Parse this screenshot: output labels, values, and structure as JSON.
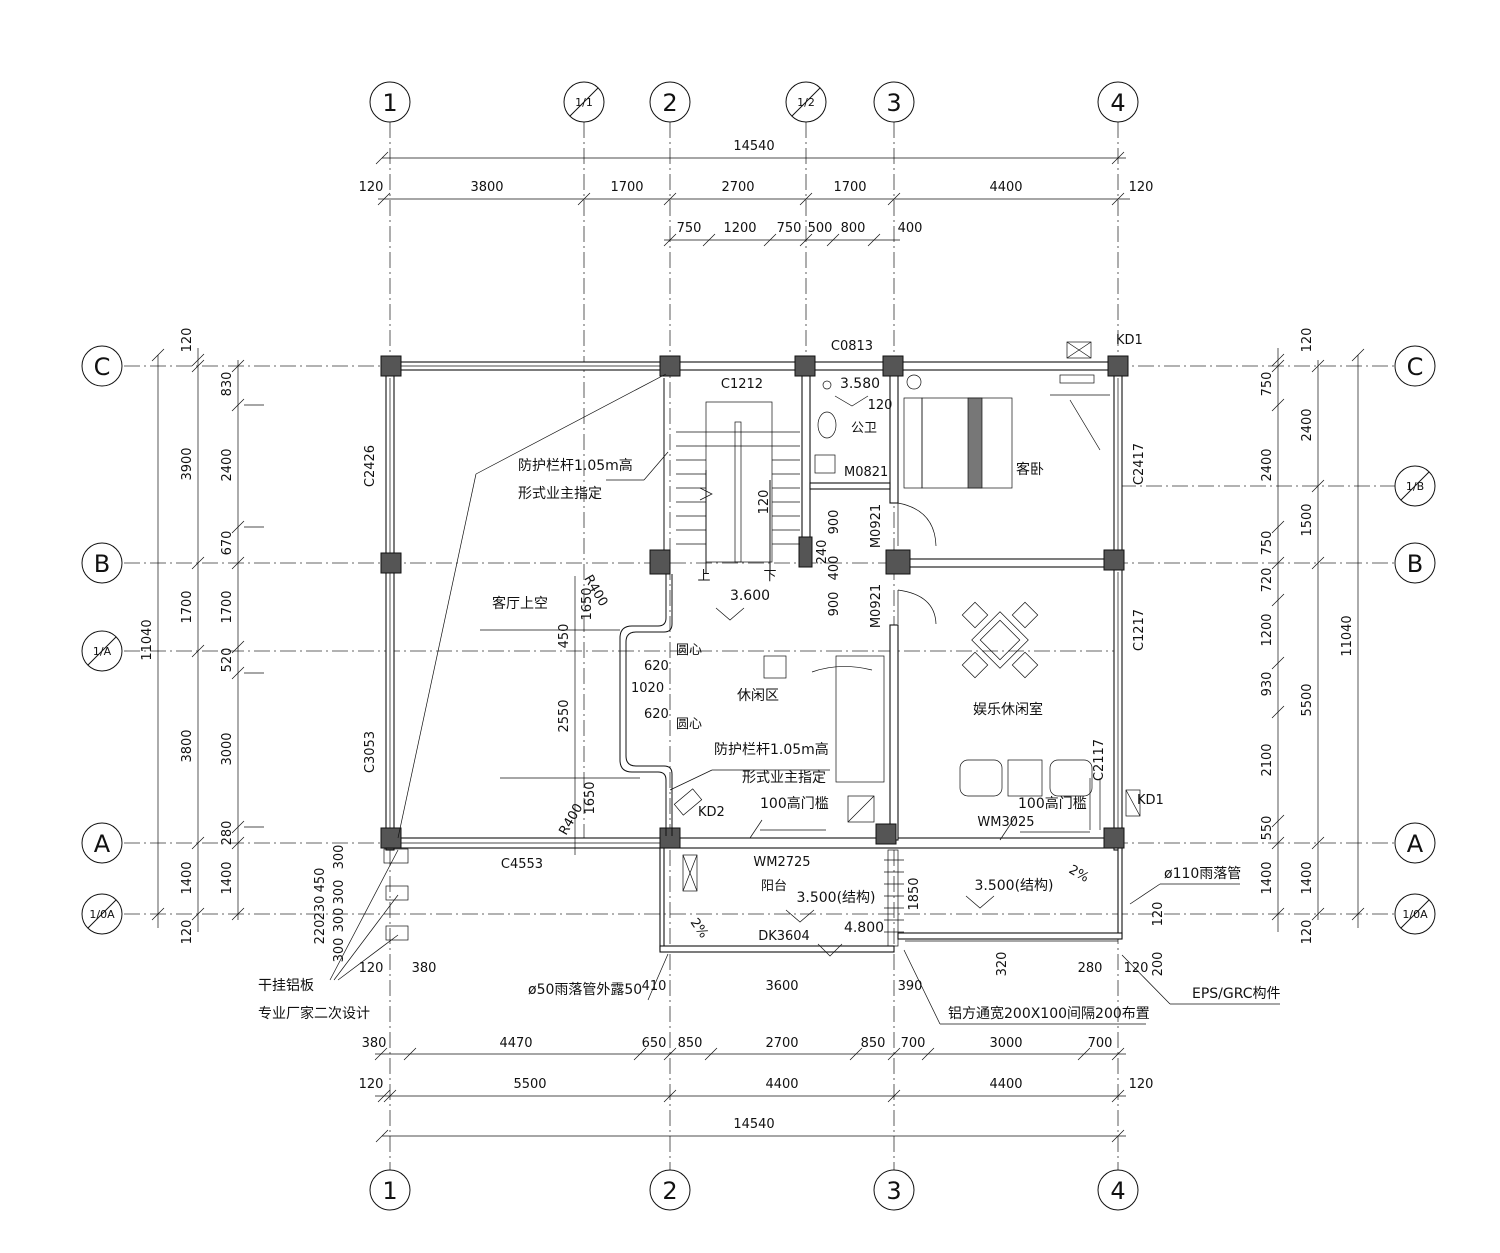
{
  "axes": {
    "top": [
      "1",
      "1/1",
      "2",
      "1/2",
      "3",
      "4"
    ],
    "bottom": [
      "1",
      "2",
      "3",
      "4"
    ],
    "left": [
      "C",
      "B",
      "1/A",
      "A",
      "1/0A"
    ],
    "right": [
      "C",
      "1/B",
      "B",
      "A",
      "1/0A"
    ]
  },
  "dims": {
    "top_total": "14540",
    "top_row1": [
      "120",
      "3800",
      "1700",
      "2700",
      "1700",
      "4400",
      "120"
    ],
    "top_row2": [
      "750",
      "1200",
      "750",
      "500",
      "800",
      "400"
    ],
    "bottom_row1": [
      "380",
      "4470",
      "650",
      "850",
      "2700",
      "850",
      "700",
      "3000",
      "700"
    ],
    "bottom_row2": [
      "120",
      "5500",
      "4400",
      "4400",
      "120"
    ],
    "bottom_total": "14540",
    "left_outer": [
      "120",
      "3900",
      "1700",
      "3800",
      "1400",
      "120"
    ],
    "left_inner": [
      "830",
      "2400",
      "670",
      "1700",
      "520",
      "3000",
      "280",
      "1400"
    ],
    "left_total": "11040",
    "right_inner": [
      "120",
      "750",
      "2400",
      "750",
      "720",
      "1200",
      "930",
      "2100",
      "550",
      "1400",
      "120"
    ],
    "right_outer": [
      "2400",
      "1500",
      "5500",
      "1400"
    ],
    "right_total": "11040",
    "balcony": [
      "3600",
      "410",
      "390",
      "1850",
      "320",
      "280",
      "120",
      "200",
      "120",
      "380"
    ],
    "balcony_left": [
      "120",
      "300",
      "450",
      "300",
      "230",
      "300",
      "220",
      "300"
    ],
    "stair": [
      "900",
      "240",
      "400",
      "900",
      "120",
      "120"
    ],
    "void": [
      "R400",
      "1650",
      "450",
      "620",
      "1020",
      "620",
      "2550",
      "R400",
      "1650"
    ]
  },
  "labels": {
    "windows": [
      "C1212",
      "C0813",
      "C2426",
      "C3053",
      "C4553",
      "C2417",
      "C1217",
      "C2117",
      "KD1",
      "KD1",
      "KD2",
      "M0821",
      "M0921",
      "M0921",
      "WM2725",
      "WM3025",
      "DK3604"
    ],
    "rooms": [
      "客厅上空",
      "休闲区",
      "公卫",
      "客卧",
      "娱乐休闲室",
      "阳台"
    ],
    "levels": [
      "3.580",
      "3.600",
      "3.500(结构)",
      "3.500(结构)",
      "4.800"
    ],
    "railing_1": "防护栏杆1.05m高",
    "railing_1b": "形式业主指定",
    "railing_2": "防护栏杆1.05m高",
    "railing_2b": "形式业主指定",
    "sill_1": "100高门槛",
    "sill_2": "100高门槛",
    "center_1": "圆心",
    "center_2": "圆心",
    "stair_up": "上",
    "stair_down": "下",
    "slope_1": "2%",
    "slope_2": "2%",
    "panel_1": "干挂铝板",
    "panel_2": "专业厂家二次设计",
    "drain_50": "ø50雨落管外露50",
    "drain_110": "ø110雨落管",
    "eps": "EPS/GRC构件",
    "alu": "铝方通宽200X100间隔200布置"
  }
}
